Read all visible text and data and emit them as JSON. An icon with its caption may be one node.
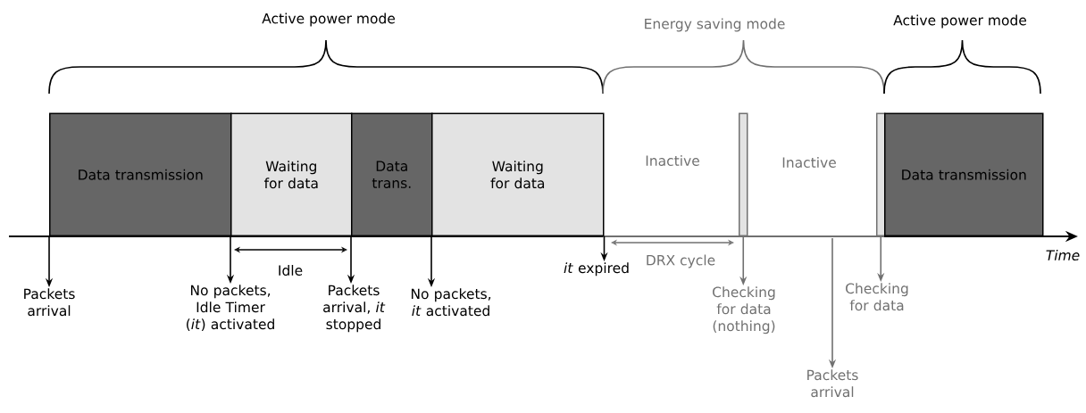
{
  "diagram": {
    "nodes": [
      {
        "text": [
          "Data transmission"
        ]
      },
      {
        "text": [
          "Waiting for data"
        ]
      },
      {
        "text": [
          "Data trans."
        ]
      },
      {
        "text": [
          "Waiting for data"
        ]
      },
      {
        "text": [],
        "shape": "bar"
      },
      {
        "text": [],
        "shape": "bar"
      },
      {
        "text": [
          "Data transmission"
        ]
      },
      {
        "text": [
          "Packets arrival"
        ]
      },
      {
        "text": [
          "No packets, Idle Timer (*it*) activated"
        ]
      },
      {
        "text": [
          "Packets arrival, *it* stopped"
        ]
      },
      {
        "text": [
          "No packets, *it* activated"
        ]
      },
      {
        "text": [
          "*it* expired"
        ]
      },
      {
        "text": [
          "Checking for data (nothing)"
        ]
      },
      {
        "text": [
          "Checking for data"
        ]
      },
      {
        "text": [
          "Packets arrival"
        ]
      }
    ],
    "edges": [
      {
        "from": 0,
        "to": 7,
        "arrow": "to"
      },
      {
        "from": 1,
        "to": 8,
        "arrow": "to"
      },
      {
        "from": 2,
        "to": 9,
        "arrow": "to"
      },
      {
        "from": 3,
        "to": 10,
        "arrow": "to"
      },
      {
        "from": 3,
        "to": 11,
        "arrow": "to"
      },
      {
        "from": 4,
        "to": 12,
        "arrow": "to",
        "color": "#707070"
      },
      {
        "from": null,
        "to": 14,
        "arrow": "to",
        "color": "#707070"
      },
      {
        "from": 5,
        "to": 13,
        "arrow": "to",
        "color": "#707070"
      }
    ],
    "labels": [
      "Active power mode",
      "Energy saving mode",
      "Active power mode",
      "Inactive",
      "Inactive",
      "Idle",
      "DRX cycle",
      "Time"
    ]
  }
}
